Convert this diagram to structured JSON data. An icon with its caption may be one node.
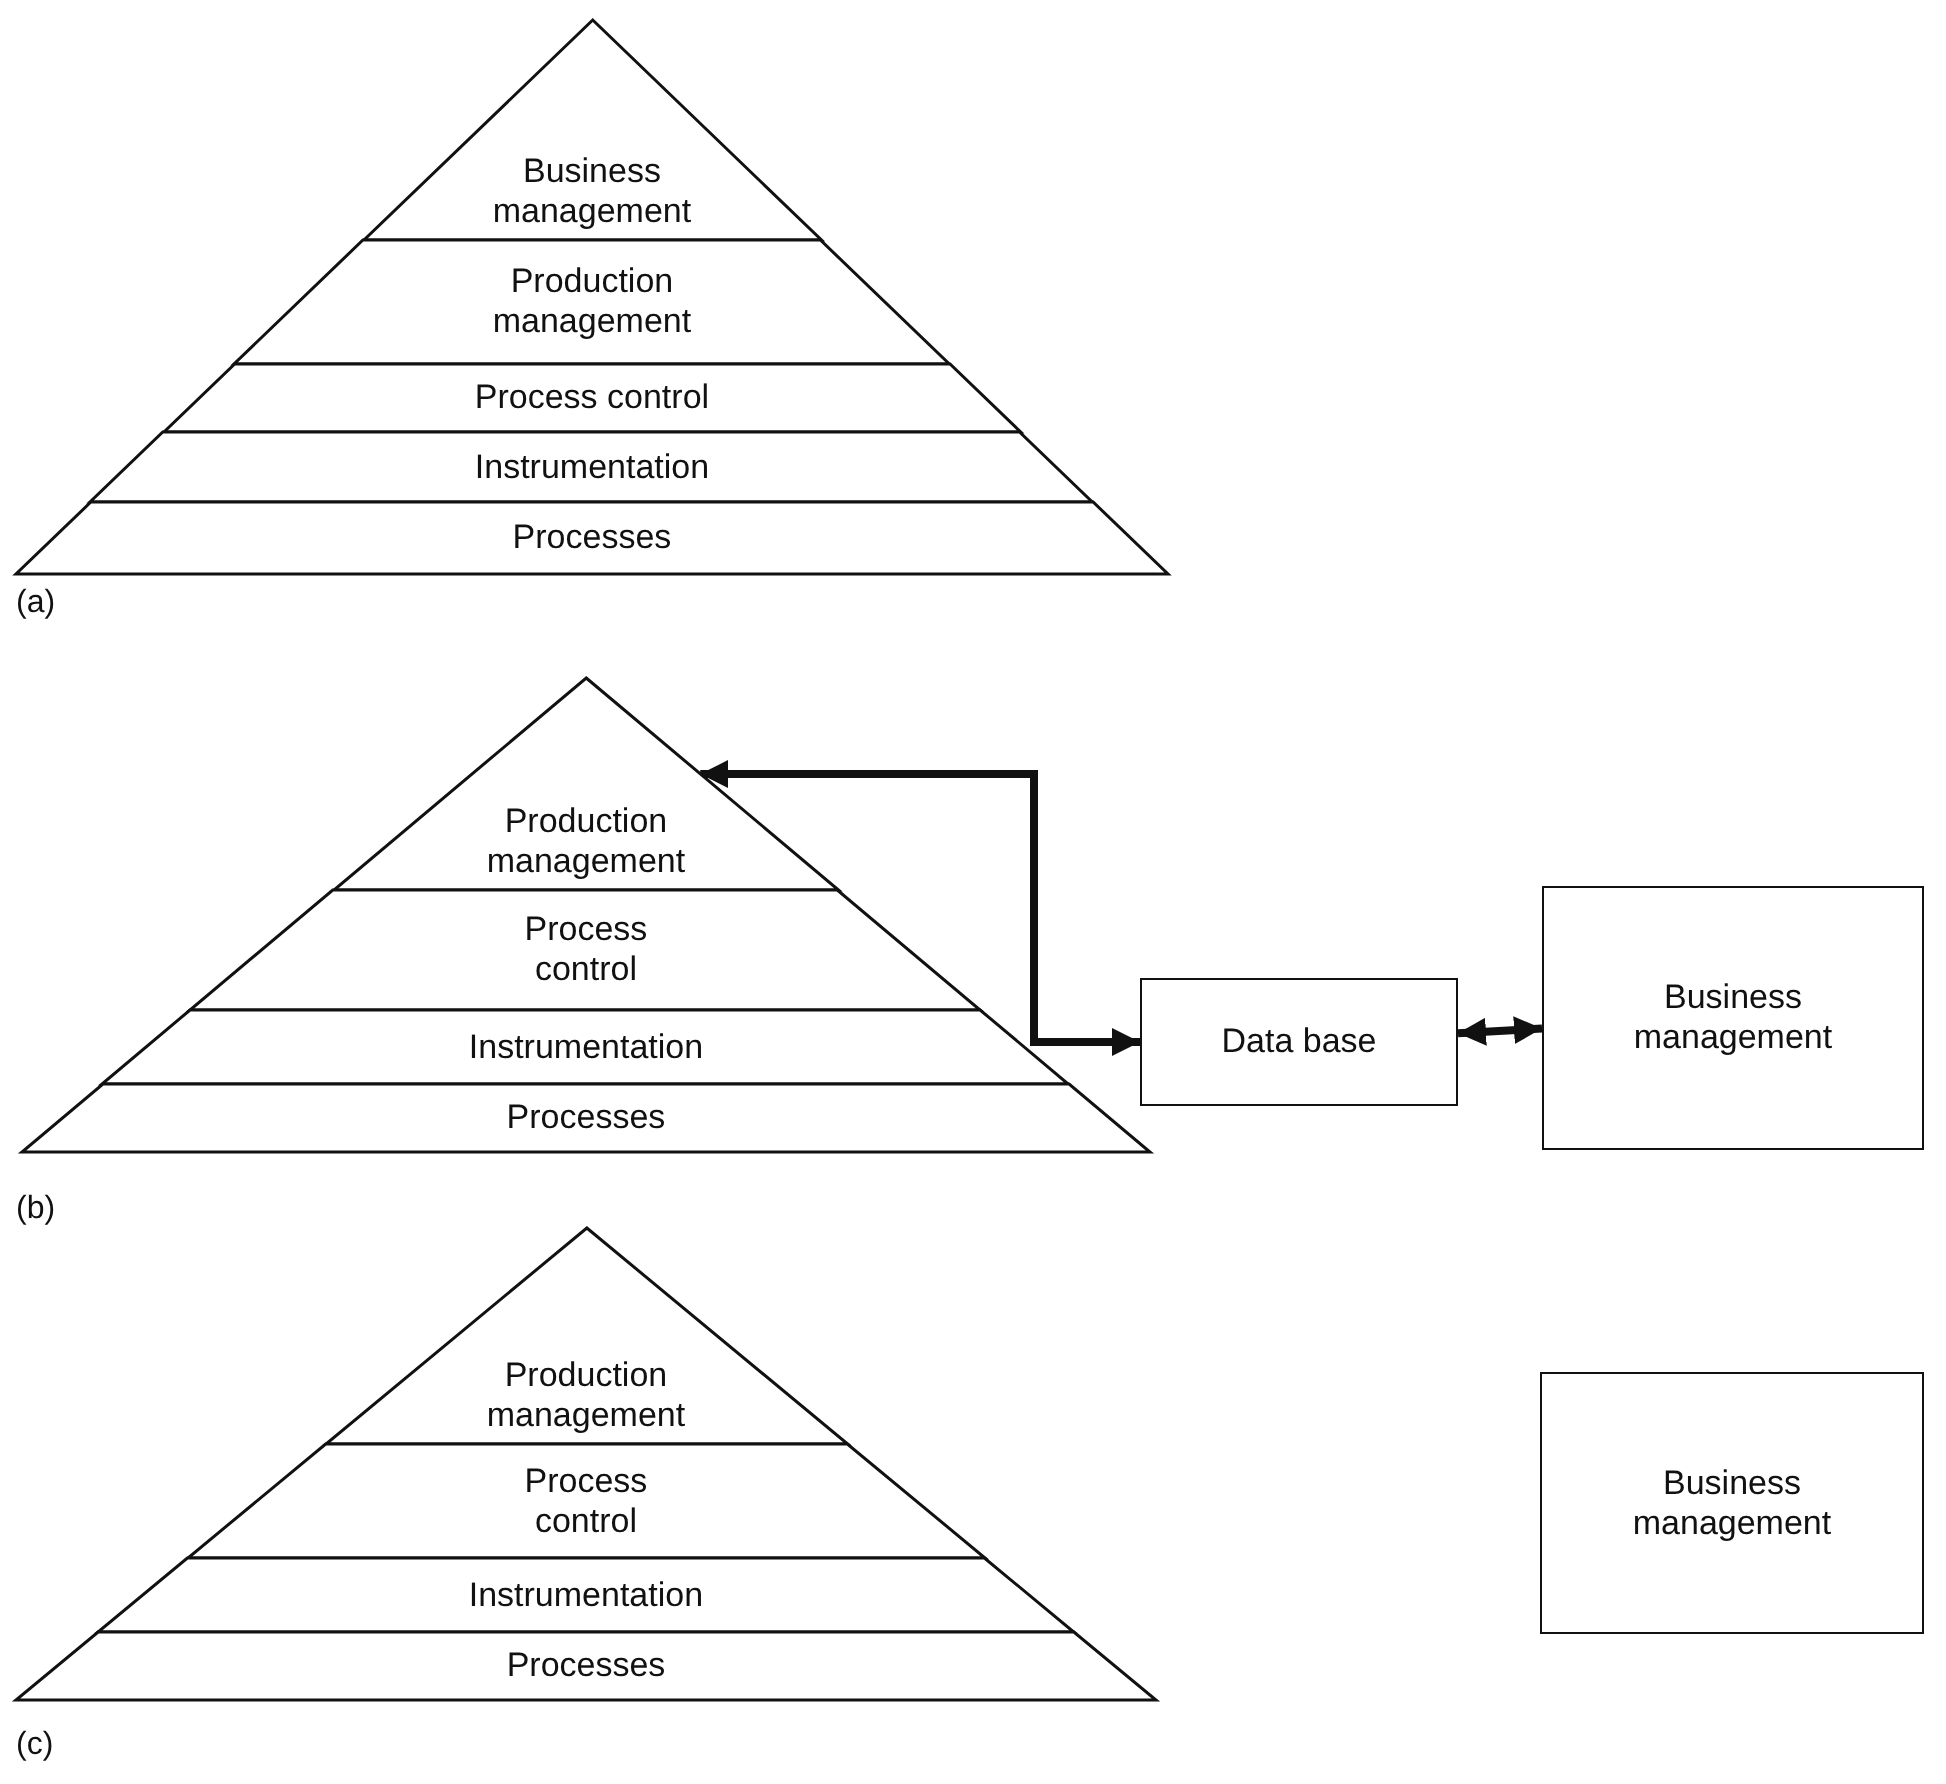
{
  "diagram": {
    "nodes": [
      {
        "text": [
          "Business management"
        ]
      },
      {
        "text": [
          "Production management"
        ]
      },
      {
        "text": [
          "Process control"
        ]
      },
      {
        "text": [
          "Instrumentation"
        ]
      },
      {
        "text": [
          "Processes"
        ]
      },
      {
        "text": [
          "Production management"
        ]
      },
      {
        "text": [
          "Process control"
        ]
      },
      {
        "text": [
          "Instrumentation"
        ]
      },
      {
        "text": [
          "Processes"
        ]
      },
      {
        "text": [
          "Data base"
        ]
      },
      {
        "text": [
          "Business management"
        ]
      },
      {
        "text": [
          "Production management"
        ]
      },
      {
        "text": [
          "Process control"
        ]
      },
      {
        "text": [
          "Instrumentation"
        ]
      },
      {
        "text": [
          "Processes"
        ]
      },
      {
        "text": [
          "Business management"
        ]
      }
    ],
    "edges": [
      {
        "from": 9,
        "to": 5,
        "arrow": "both"
      },
      {
        "from": 9,
        "to": 10,
        "arrow": "both"
      }
    ],
    "labels": [
      "(a)",
      "(b)",
      "(c)"
    ]
  }
}
